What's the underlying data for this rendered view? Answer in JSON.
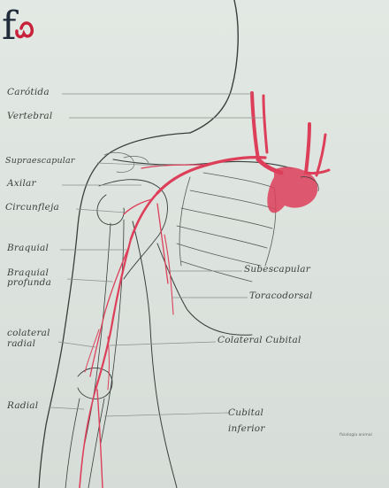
{
  "diagram": {
    "labels_left": [
      {
        "id": "carotida",
        "text": "Carótida"
      },
      {
        "id": "vertebral",
        "text": "Vertebral"
      },
      {
        "id": "supraescapular",
        "text": "Supraescapular"
      },
      {
        "id": "axilar",
        "text": "Axilar"
      },
      {
        "id": "circunfleja",
        "text": "Circunfleja"
      },
      {
        "id": "braquial",
        "text": "Braquial"
      },
      {
        "id": "braquial-profunda",
        "text": "Braquial profunda"
      },
      {
        "id": "colateral-radial",
        "text": "colateral radial"
      },
      {
        "id": "radial",
        "text": "Radial"
      }
    ],
    "labels_right": [
      {
        "id": "subescapular",
        "text": "Subescapular"
      },
      {
        "id": "toracodorsal",
        "text": "Toracodorsal"
      },
      {
        "id": "colateral-cubital",
        "text": "Colateral Cubital"
      },
      {
        "id": "cubital-inferior",
        "text": "Cubital inferior"
      }
    ],
    "colors": {
      "artery": "#dd3f5a",
      "ink": "#3a3e3c",
      "leader": "#8a8f8c",
      "logo_dark": "#1f2a3a",
      "logo_red": "#c8223b"
    }
  },
  "logo": {
    "mark_letter": "f",
    "caption": "fisiología animal"
  }
}
